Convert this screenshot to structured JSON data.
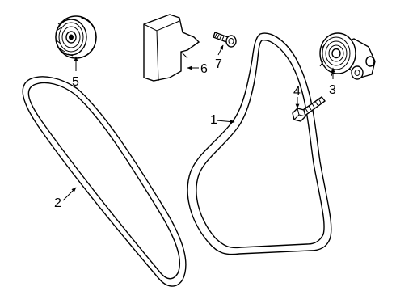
{
  "callouts": [
    {
      "id": "1",
      "label": "1"
    },
    {
      "id": "2",
      "label": "2"
    },
    {
      "id": "3",
      "label": "3"
    },
    {
      "id": "4",
      "label": "4"
    },
    {
      "id": "5",
      "label": "5"
    },
    {
      "id": "6",
      "label": "6"
    },
    {
      "id": "7",
      "label": "7"
    }
  ],
  "parts": [
    {
      "name": "serpentine-belt"
    },
    {
      "name": "accessory-drive-belt"
    },
    {
      "name": "belt-tensioner"
    },
    {
      "name": "tensioner-bolt"
    },
    {
      "name": "idler-pulley"
    },
    {
      "name": "belt-cover"
    },
    {
      "name": "cover-bolt"
    }
  ]
}
